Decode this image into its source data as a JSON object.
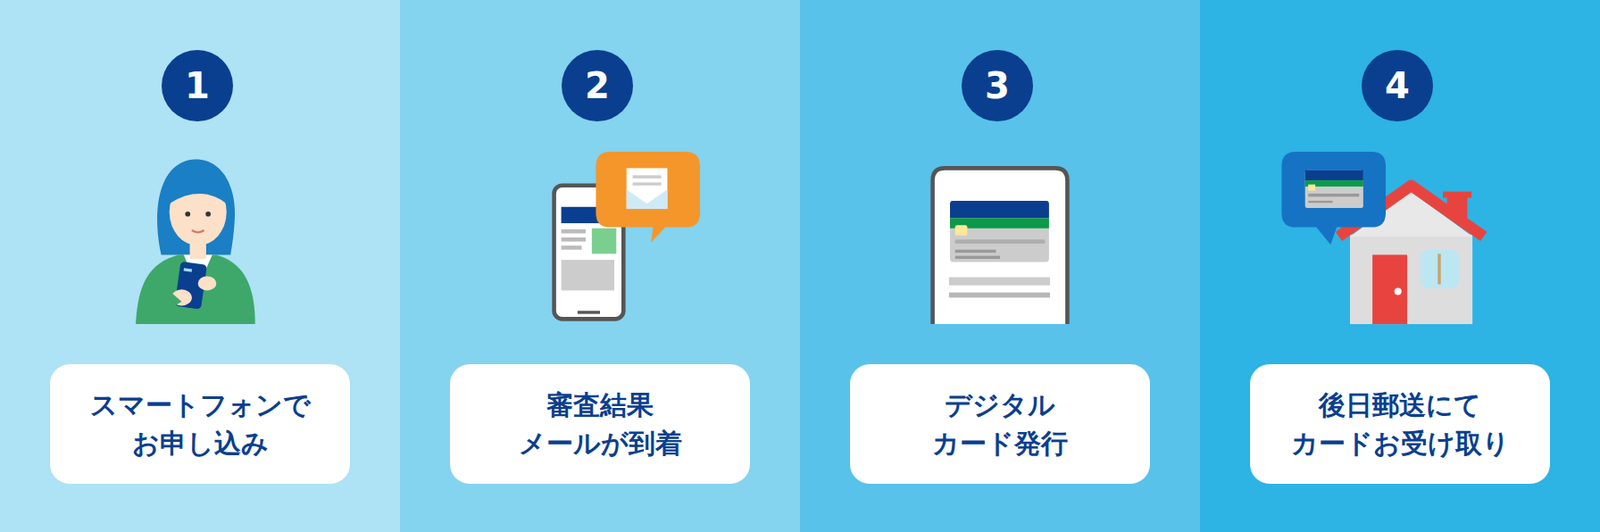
{
  "diagram": {
    "nodes": [
      {
        "text": [
          "1"
        ]
      },
      {
        "text": [
          "スマートフォンで お申し込み"
        ]
      },
      {
        "text": [
          "2"
        ]
      },
      {
        "text": [
          "審査結果 メールが到着"
        ]
      },
      {
        "text": [
          "3"
        ]
      },
      {
        "text": [
          "デジタル カード発行"
        ]
      },
      {
        "text": [
          "4"
        ]
      },
      {
        "text": [
          "後日郵送にて カードお受け取り"
        ]
      }
    ]
  }
}
